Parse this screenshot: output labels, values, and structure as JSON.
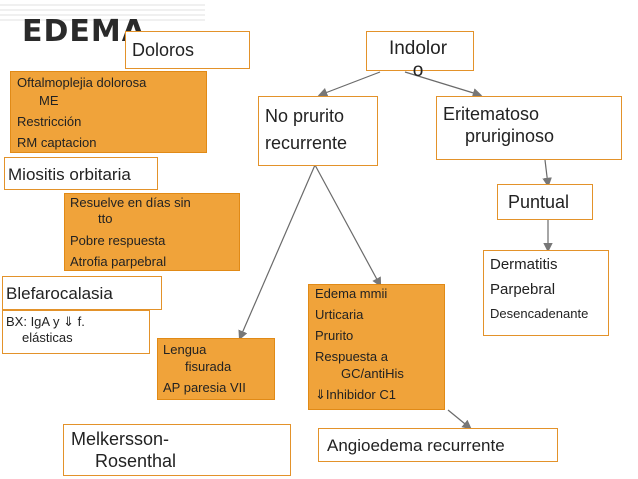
{
  "title": "EDEMA",
  "nodes": {
    "doloros": "Doloros",
    "indolor": "Indolor\no",
    "no_prurito": [
      "No prurito",
      "recurrente"
    ],
    "eritematoso": [
      "Eritematoso",
      "pruriginoso"
    ],
    "oftalmoplejia": [
      "Oftalmoplejia dolorosa",
      "ME",
      "Restricción",
      "RM captacion"
    ],
    "miositis": "Miositis orbitaria",
    "resuelve": [
      "Resuelve en días sin",
      "tto",
      "Pobre respuesta",
      "Atrofia parpebral"
    ],
    "puntual": "Puntual",
    "blefarocalasia": "Blefarocalasia",
    "bx": [
      "BX: IgA y ⇓ f.",
      "elásticas"
    ],
    "dermatitis": [
      "Dermatitis",
      "Parpebral",
      "Desencadenante"
    ],
    "edema_mmii": [
      "Edema mmii",
      "Urticaria",
      "Prurito",
      "Respuesta a",
      "GC/antiHis",
      "⇓Inhibidor C1"
    ],
    "lengua": [
      "Lengua",
      "fisurada",
      "AP paresia VII"
    ],
    "melkersson": [
      "Melkersson-",
      "Rosenthal"
    ],
    "angioedema": "Angioedema recurrente"
  },
  "colors": {
    "accent": "#f0a33a",
    "border": "#e3922a",
    "line": "#6a6a6a"
  }
}
